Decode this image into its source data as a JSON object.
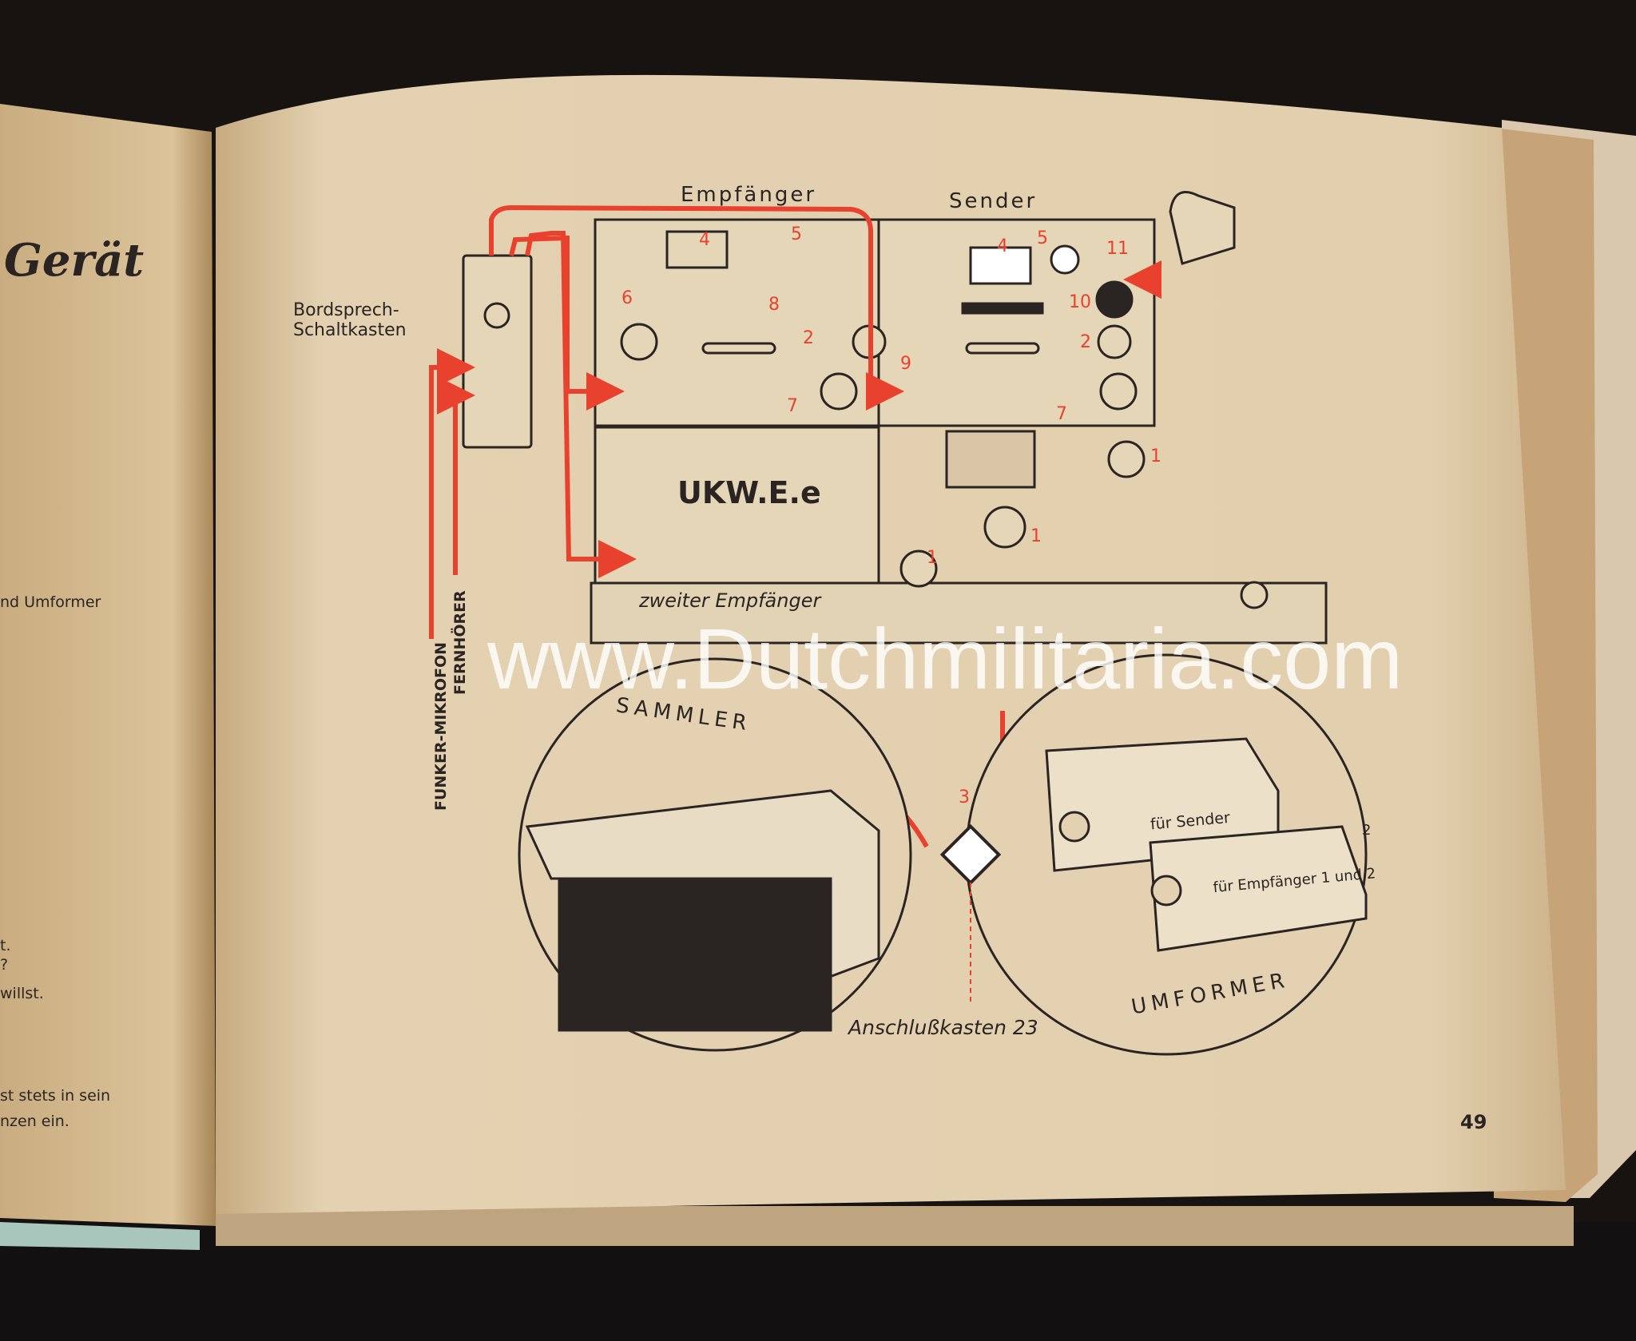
{
  "left_page": {
    "heading_fragment": "Gerät",
    "lines": [
      "nd Umformer",
      "t.",
      "?",
      "willst.",
      "st stets in sein",
      "nzen ein."
    ]
  },
  "diagram": {
    "receiver_label": "Empfänger",
    "transmitter_label": "Sender",
    "intercom_box_label": [
      "Bordsprech-",
      "Schaltkasten"
    ],
    "ukw_label": "UKW.E.e",
    "second_receiver_label": "zweiter Empfänger",
    "mic_label": "FUNKER-MIKROFON",
    "headphone_label": "FERNHÖRER",
    "battery_label": "SAMMLER",
    "converter_label": "UMFORMER",
    "converter_transmitter_label": "für Sender",
    "converter_receiver_label": "für Empfänger 1 und 2",
    "junction_box_label": "Anschlußkasten 23",
    "numbers": {
      "rx_4": "4",
      "rx_5": "5",
      "rx_6": "6",
      "rx_8": "8",
      "rx_2": "2",
      "rx_7": "7",
      "tx_4": "4",
      "tx_5": "5",
      "tx_11": "11",
      "tx_10": "10",
      "tx_2": "2",
      "tx_9": "9",
      "tx_7": "7",
      "cable_1a": "1",
      "cable_1b": "1",
      "cable_1c": "1",
      "junction_3": "3",
      "conv_2": "2"
    }
  },
  "page_number": "49",
  "watermark": "www.Dutchmilitaria.com",
  "colors": {
    "paper": "#dcc7a1",
    "ink": "#2a2522",
    "accent_red": "#e8412e",
    "background": "#171310"
  }
}
